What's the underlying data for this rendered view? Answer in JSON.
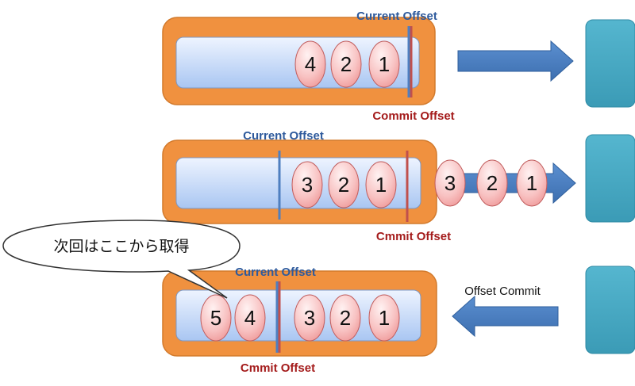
{
  "colors": {
    "partition_outer": "#f0913f",
    "partition_outer_border": "#c86f22",
    "queue_top": "#eef4ff",
    "queue_bottom": "#a9c6f2",
    "queue_border": "#7f97c0",
    "message_fill_top": "#fde6e6",
    "message_fill_bottom": "#f3a0a0",
    "message_border": "#c05c5c",
    "current_offset_line": "#4f7fc0",
    "commit_offset_line": "#c0504d",
    "arrow_fill": "#4a7fc1",
    "arrow_border": "#2f5f9c",
    "consumer_fill": "#4aaac4",
    "consumer_border": "#2e8aa4",
    "callout_fill": "#ffffff",
    "callout_border": "#333333"
  },
  "row1": {
    "messages": [
      "4",
      "2",
      "1"
    ],
    "current_offset_label": "Current Offset",
    "commit_offset_label": "Commit Offset"
  },
  "row2": {
    "messages": [
      "3",
      "2",
      "1"
    ],
    "in_flight_messages": [
      "3",
      "2",
      "1"
    ],
    "current_offset_label": "Current Offset",
    "commit_offset_label": "Cmmit Offset"
  },
  "row3": {
    "messages_before_offset": [
      "5",
      "4"
    ],
    "messages_after_offset": [
      "3",
      "2",
      "1"
    ],
    "current_offset_label": "Current Offset",
    "commit_offset_label": "Cmmit Offset",
    "arrow_label": "Offset Commit",
    "callout_text": "次回はここから取得"
  }
}
